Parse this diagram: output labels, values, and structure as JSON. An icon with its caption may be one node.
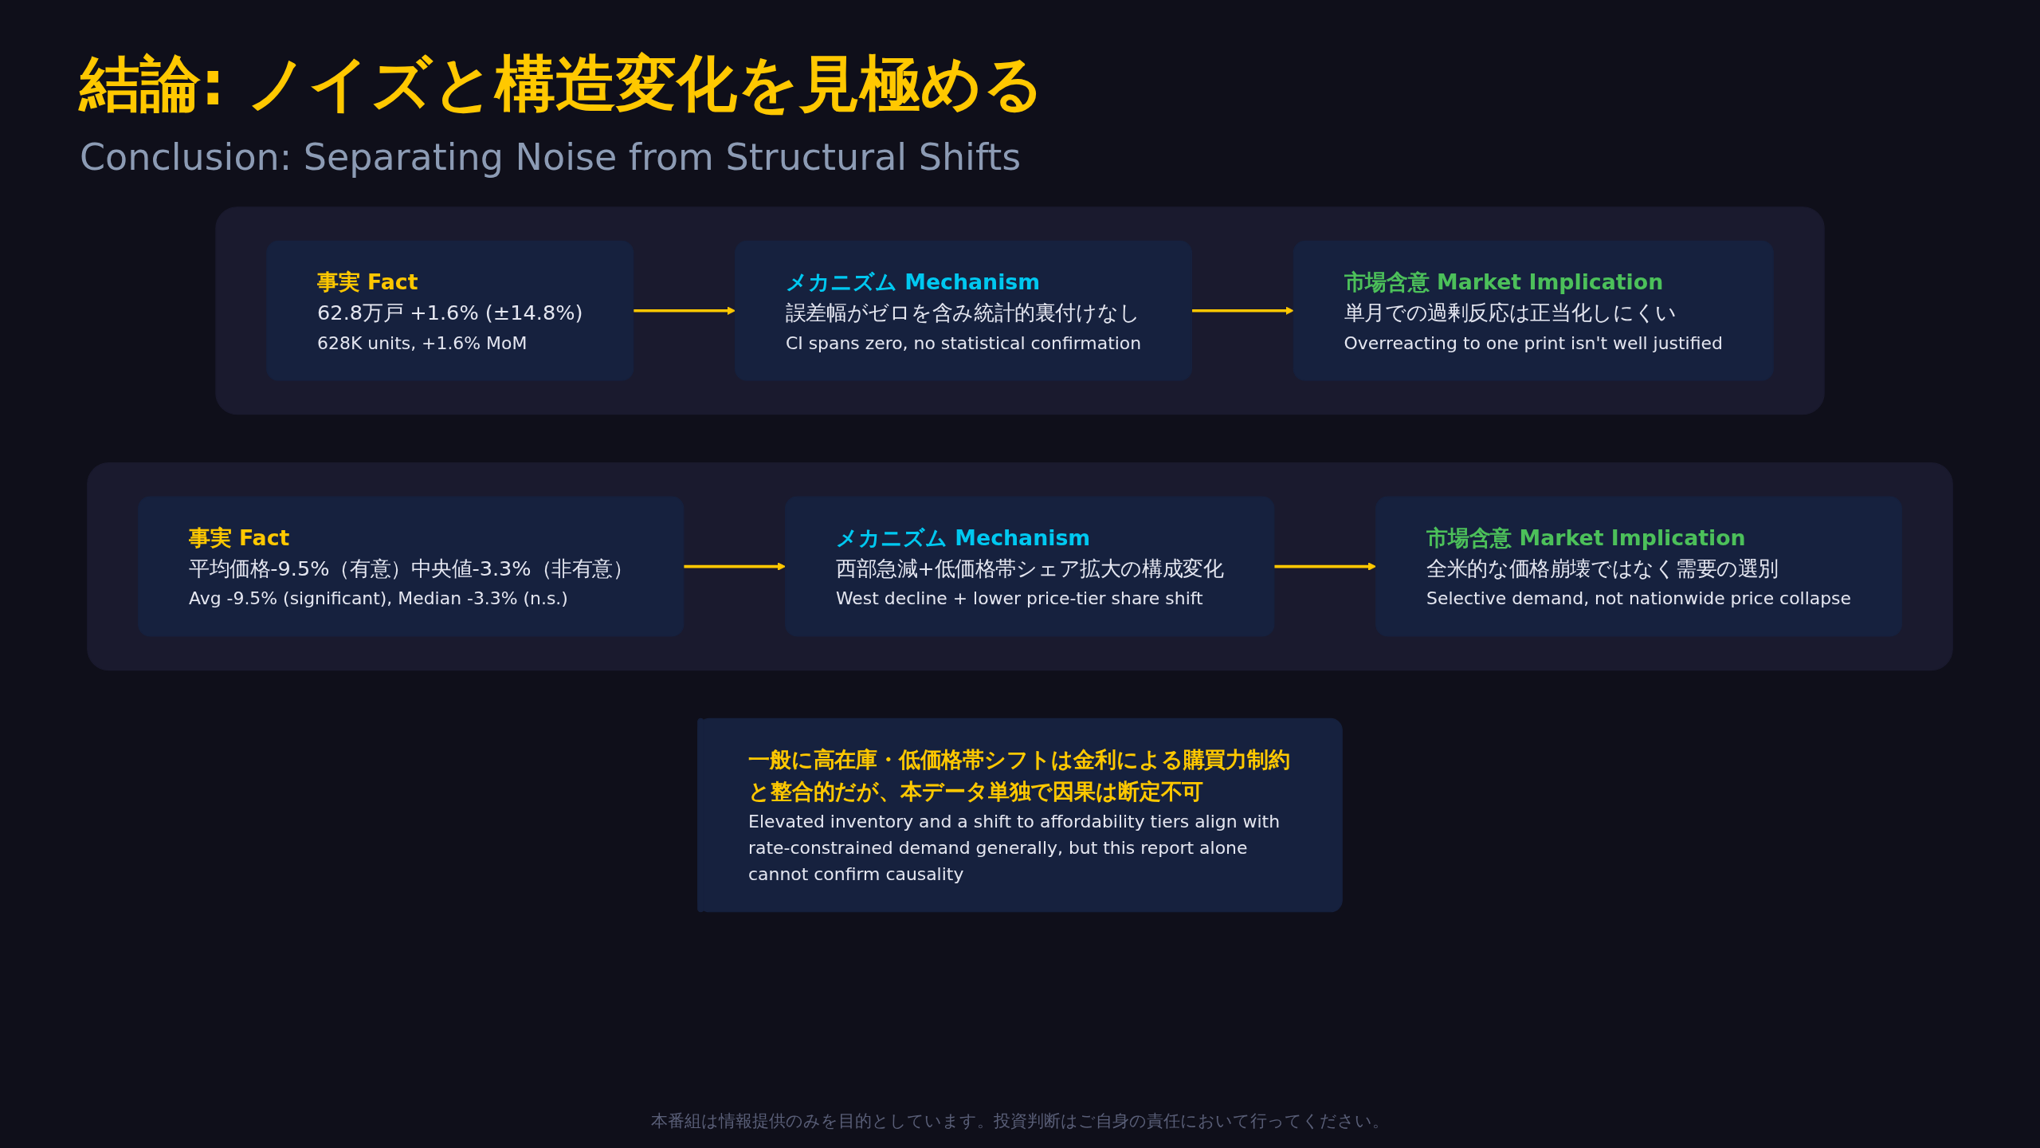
{
  "diagram": {
    "title": "結論: ノイズと構造変化を見極める",
    "nodes": [
      {
        "text": [],
        "shape": "box"
      },
      {
        "text": [
          "事実 Fact",
          "62.8万戸 +1.6% (±14.8%)",
          "628K units, +1.6% MoM"
        ],
        "in": 0
      },
      {
        "text": [
          "メカニズム Mechanism",
          "誤差幅がゼロを含み統計的裏付けなし",
          "CI spans zero, no statistical confirmation"
        ],
        "in": 0
      },
      {
        "text": [
          "市場含意 Market Implication",
          "単月での過剰反応は正当化しにくい",
          "Overreacting to one print isn't well justified"
        ],
        "in": 0
      },
      {
        "text": [],
        "shape": "box"
      },
      {
        "text": [
          "事実 Fact",
          "平均価格-9.5%（有意）中央値-3.3%（非有意）",
          "Avg -9.5% (significant), Median -3.3% (n.s.)"
        ],
        "in": 4
      },
      {
        "text": [
          "メカニズム Mechanism",
          "西部急減+低価格帯シェア拡大の構成変化",
          "West decline + lower price-tier share shift"
        ],
        "in": 4
      },
      {
        "text": [
          "市場含意 Market Implication",
          "全米的な価格崩壊ではなく需要の選別",
          "Selective demand, not nationwide price collapse"
        ],
        "in": 4
      },
      {
        "text": [
          "一般に高在庫・低価格帯シフトは金利による購買力制約と整合的だが、本データ単独で因果は断定不可",
          "Elevated inventory and a shift to affordability tiers align with rate-constrained demand generally, but this report alone cannot confirm causality"
        ]
      }
    ],
    "edges": [
      {
        "from": 1,
        "to": 2,
        "arrow": "to"
      },
      {
        "from": 2,
        "to": 3,
        "arrow": "to"
      },
      {
        "from": 5,
        "to": 6,
        "arrow": "to"
      },
      {
        "from": 6,
        "to": 7,
        "arrow": "to"
      }
    ],
    "labels": [
      "Conclusion: Separating Noise from Structural Shifts",
      "本番組は情報提供のみを目的としています。投資判断はご自身の責任において行ってください。"
    ]
  }
}
